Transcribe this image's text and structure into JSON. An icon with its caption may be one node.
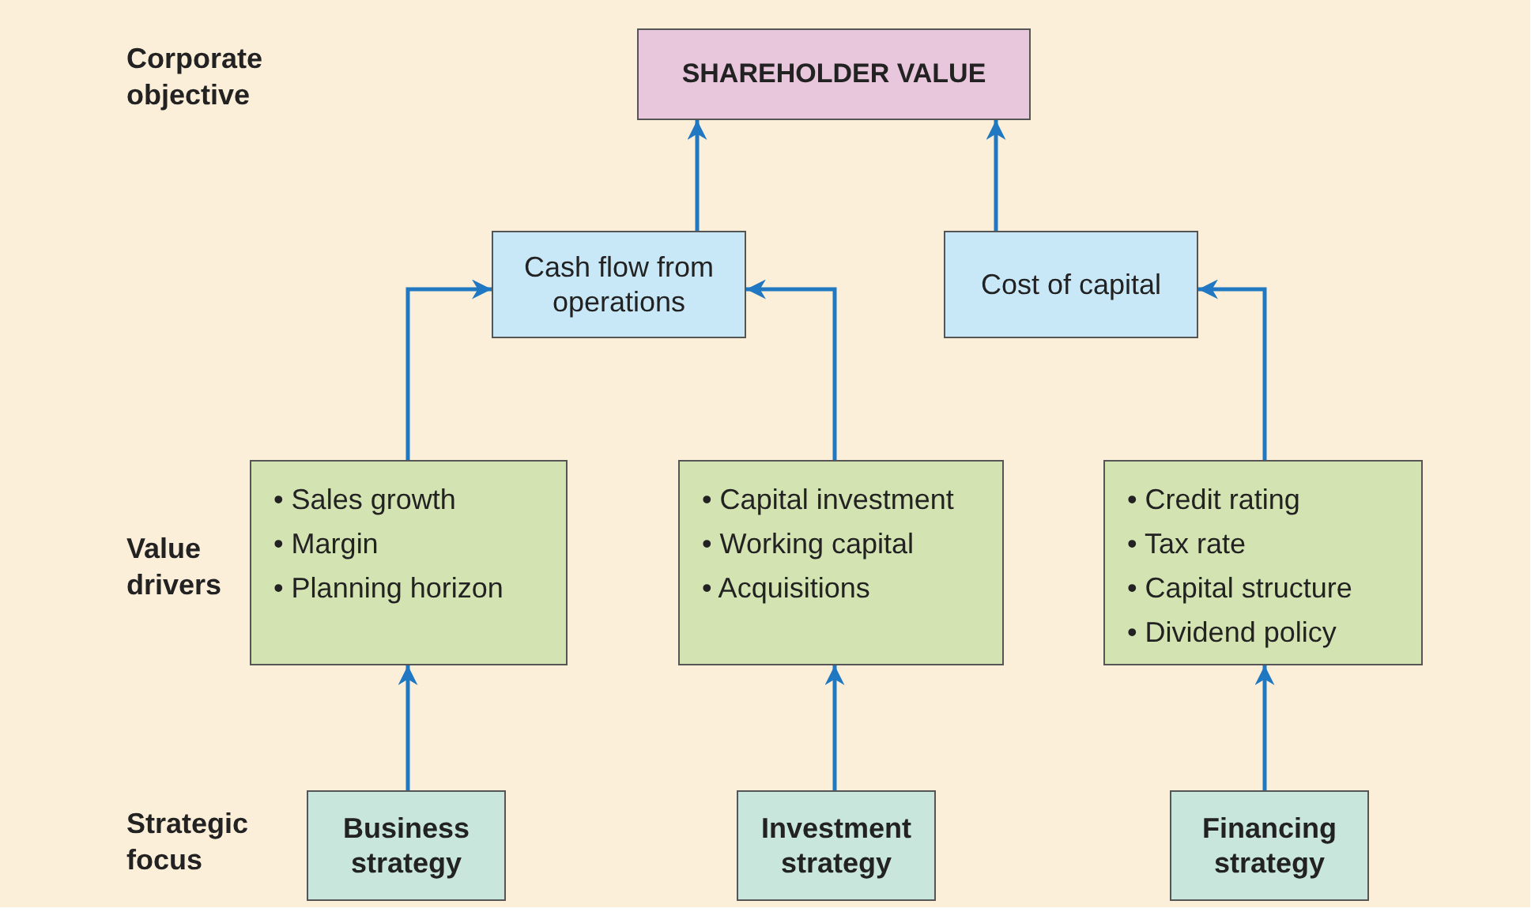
{
  "diagram": {
    "nodes": [
      {
        "text": [
          "SHAREHOLDER VALUE"
        ]
      },
      {
        "text": [
          "Cash flow from operations"
        ]
      },
      {
        "text": [
          "Cost of capital"
        ]
      },
      {
        "text": [
          "• Sales growth",
          "• Margin",
          "• Planning horizon"
        ]
      },
      {
        "text": [
          "• Capital investment",
          "• Working capital",
          "• Acquisitions"
        ]
      },
      {
        "text": [
          "• Credit rating",
          "• Tax rate",
          "• Capital structure",
          "• Dividend policy"
        ]
      },
      {
        "text": [
          "Business strategy"
        ]
      },
      {
        "text": [
          "Investment strategy"
        ]
      },
      {
        "text": [
          "Financing strategy"
        ]
      }
    ],
    "edges": [
      {
        "from": 1,
        "to": 0,
        "arrow": "to"
      },
      {
        "from": 2,
        "to": 0,
        "arrow": "to"
      },
      {
        "from": 3,
        "to": 1,
        "arrow": "to"
      },
      {
        "from": 4,
        "to": 1,
        "arrow": "to"
      },
      {
        "from": 5,
        "to": 2,
        "arrow": "to"
      },
      {
        "from": 6,
        "to": 3,
        "arrow": "to"
      },
      {
        "from": 7,
        "to": 4,
        "arrow": "to"
      },
      {
        "from": 8,
        "to": 5,
        "arrow": "to"
      }
    ],
    "labels": [
      "Corporate objective",
      "Value drivers",
      "Strategic focus"
    ]
  }
}
